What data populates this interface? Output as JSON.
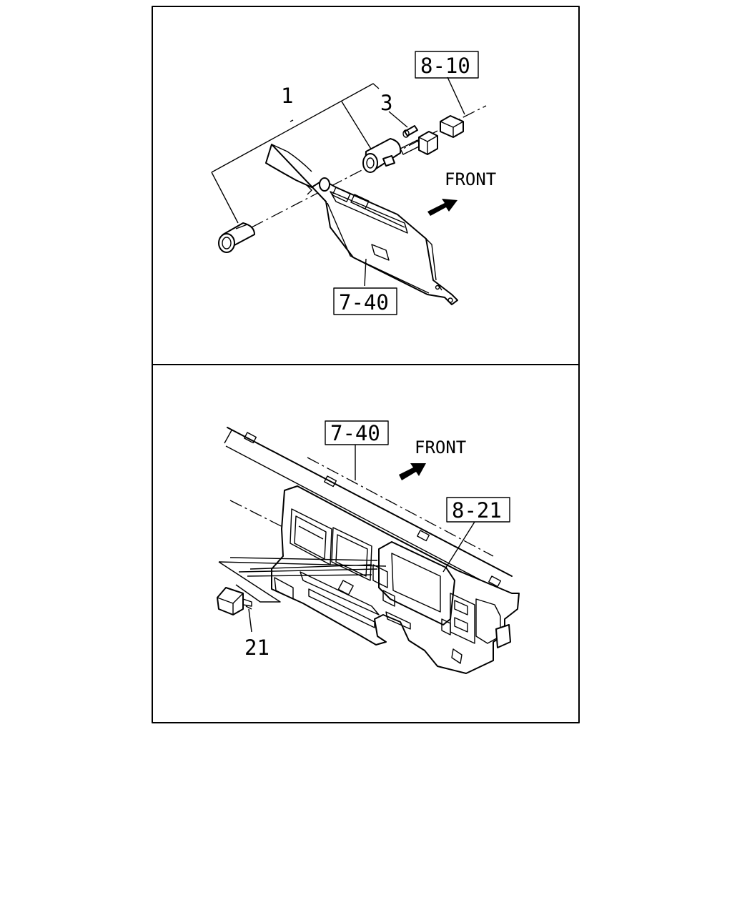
{
  "top_panel": {
    "callouts": {
      "part_1": "1",
      "part_3": "3",
      "ref_8_10": "8-10",
      "ref_7_40": "7-40"
    },
    "direction_label": "FRONT"
  },
  "bottom_panel": {
    "callouts": {
      "ref_7_40": "7-40",
      "ref_8_21": "8-21",
      "part_21": "21"
    },
    "direction_label": "FRONT"
  }
}
